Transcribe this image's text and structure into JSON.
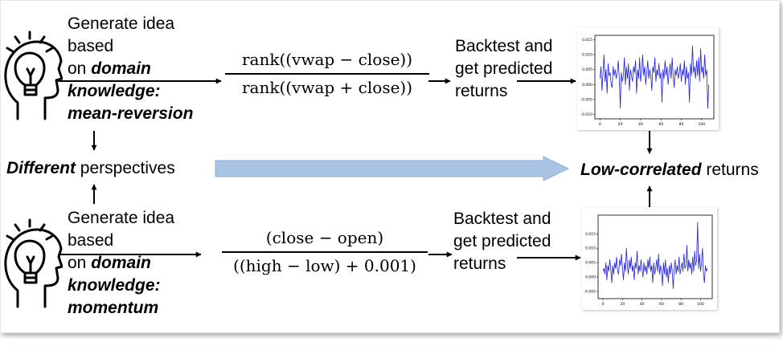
{
  "top_idea": {
    "line1": "Generate idea",
    "line2": "based",
    "line3_prefix": "on ",
    "line3_em": "domain",
    "line4_em": "knowledge:",
    "line5_em": "mean-reversion"
  },
  "bottom_idea": {
    "line1": "Generate idea",
    "line2": "based",
    "line3_prefix": "on ",
    "line3_em": "domain",
    "line4_em": "knowledge:",
    "line5_em": "momentum"
  },
  "top_formula": {
    "numerator": "rank((vwap − close))",
    "denominator": "rank((vwap + close))"
  },
  "bottom_formula": {
    "numerator": "(close − open)",
    "denominator": "((high − low) + 0.001)"
  },
  "top_backtest": {
    "line1": "Backtest and",
    "line2": "get predicted",
    "line3": "returns"
  },
  "bottom_backtest": {
    "line1": "Backtest and",
    "line2": "get predicted",
    "line3": "returns"
  },
  "perspectives": {
    "em": "Different",
    "rest": " perspectives"
  },
  "returns_label": {
    "em": "Low-correlated",
    "rest": " returns"
  },
  "colors": {
    "big_arrow_fill": "#a9c4e2",
    "big_arrow_stroke": "#8faed3",
    "series_line": "#1f1fd6"
  },
  "chart_data": [
    {
      "type": "line",
      "x": [
        0,
        1,
        2,
        3,
        4,
        5,
        6,
        7,
        8,
        9,
        10,
        11,
        12,
        13,
        14,
        15,
        16,
        17,
        18,
        19,
        20,
        21,
        22,
        23,
        24,
        25,
        26,
        27,
        28,
        29,
        30,
        31,
        32,
        33,
        34,
        35,
        36,
        37,
        38,
        39,
        40,
        41,
        42,
        43,
        44,
        45,
        46,
        47,
        48,
        49,
        50,
        51,
        52,
        53,
        54,
        55,
        56,
        57,
        58,
        59,
        60,
        61,
        62,
        63,
        64,
        65,
        66,
        67,
        68,
        69,
        70,
        71,
        72,
        73,
        74,
        75,
        76,
        77,
        78,
        79,
        80,
        81,
        82,
        83,
        84,
        85,
        86,
        87,
        88,
        89,
        90,
        91,
        92,
        93,
        94,
        95,
        96,
        97,
        98,
        99,
        100,
        101,
        102,
        103,
        104,
        105,
        106,
        107
      ],
      "values": [
        0.002,
        0.006,
        -0.002,
        0.004,
        0.01,
        0.001,
        0.005,
        -0.003,
        0.007,
        0.003,
        0.004,
        0.0,
        -0.001,
        0.006,
        0.003,
        0.005,
        0.002,
        0.004,
        0.008,
        0.002,
        -0.008,
        0.004,
        0.001,
        0.003,
        0.009,
        0.0,
        0.006,
        0.002,
        0.007,
        -0.002,
        0.005,
        0.003,
        0.001,
        0.006,
        0.004,
        0.008,
        -0.003,
        0.005,
        0.002,
        0.009,
        0.001,
        0.004,
        0.01,
        0.003,
        0.006,
        0.0,
        0.004,
        0.008,
        0.002,
        0.005,
        0.003,
        -0.002,
        0.006,
        0.004,
        0.009,
        0.001,
        0.005,
        0.003,
        0.007,
        0.002,
        0.004,
        -0.006,
        0.005,
        0.002,
        0.008,
        0.003,
        0.006,
        0.0,
        0.004,
        0.007,
        0.002,
        0.009,
        0.003,
        -0.001,
        0.005,
        0.003,
        0.006,
        0.002,
        0.004,
        0.007,
        0.001,
        0.005,
        0.003,
        0.008,
        0.0,
        0.006,
        0.002,
        0.004,
        -0.006,
        0.007,
        0.003,
        0.013,
        0.004,
        0.006,
        0.002,
        0.008,
        0.003,
        0.009,
        0.001,
        0.012,
        0.004,
        0.006,
        0.002,
        0.01,
        0.003,
        0.005,
        -0.008,
        0.0
      ],
      "xticks": [
        0,
        20,
        40,
        60,
        80,
        100
      ],
      "yticks": [
        -0.01,
        -0.005,
        0.0,
        0.005,
        0.01,
        0.015
      ],
      "xlim": [
        -5,
        112
      ],
      "ylim": [
        -0.0115,
        0.0165
      ]
    },
    {
      "type": "line",
      "x": [
        0,
        1,
        2,
        3,
        4,
        5,
        6,
        7,
        8,
        9,
        10,
        11,
        12,
        13,
        14,
        15,
        16,
        17,
        18,
        19,
        20,
        21,
        22,
        23,
        24,
        25,
        26,
        27,
        28,
        29,
        30,
        31,
        32,
        33,
        34,
        35,
        36,
        37,
        38,
        39,
        40,
        41,
        42,
        43,
        44,
        45,
        46,
        47,
        48,
        49,
        50,
        51,
        52,
        53,
        54,
        55,
        56,
        57,
        58,
        59,
        60,
        61,
        62,
        63,
        64,
        65,
        66,
        67,
        68,
        69,
        70,
        71,
        72,
        73,
        74,
        75,
        76,
        77,
        78,
        79,
        80,
        81,
        82,
        83,
        84,
        85,
        86,
        87,
        88,
        89,
        90,
        91,
        92,
        93,
        94,
        95,
        96,
        97,
        98,
        99,
        100,
        101,
        102,
        103,
        104,
        105,
        106,
        107
      ],
      "values": [
        0.002,
        0.003,
        0.001,
        0.005,
        -0.001,
        0.004,
        0.002,
        0.006,
        0.003,
        -0.002,
        0.004,
        0.001,
        0.005,
        0.003,
        0.007,
        0.002,
        0.001,
        0.006,
        0.004,
        0.008,
        0.003,
        -0.001,
        0.005,
        0.002,
        0.01,
        0.004,
        0.001,
        0.006,
        0.003,
        0.007,
        0.002,
        0.004,
        -0.001,
        0.005,
        0.003,
        0.009,
        0.001,
        0.004,
        0.002,
        0.006,
        0.003,
        0.0,
        0.005,
        0.002,
        0.004,
        0.001,
        0.006,
        0.003,
        0.007,
        0.002,
        0.004,
        -0.002,
        0.005,
        0.001,
        0.003,
        0.006,
        0.002,
        0.008,
        0.001,
        0.004,
        0.002,
        -0.003,
        0.005,
        0.001,
        0.006,
        0.0,
        0.003,
        -0.002,
        0.004,
        0.001,
        0.005,
        0.002,
        -0.004,
        0.003,
        0.006,
        0.001,
        0.004,
        0.002,
        0.007,
        0.001,
        0.003,
        0.005,
        0.002,
        0.008,
        0.003,
        0.004,
        0.011,
        0.002,
        0.006,
        0.003,
        0.005,
        0.001,
        0.007,
        0.002,
        0.009,
        0.004,
        0.006,
        0.019,
        0.003,
        0.008,
        0.002,
        0.005,
        0.01,
        0.001,
        -0.002,
        0.004,
        0.002,
        0.003
      ],
      "xticks": [
        0,
        20,
        40,
        60,
        80,
        100
      ],
      "yticks": [
        -0.005,
        0.0,
        0.005,
        0.01,
        0.015
      ],
      "xlim": [
        -5,
        112
      ],
      "ylim": [
        -0.0075,
        0.0215
      ]
    }
  ]
}
